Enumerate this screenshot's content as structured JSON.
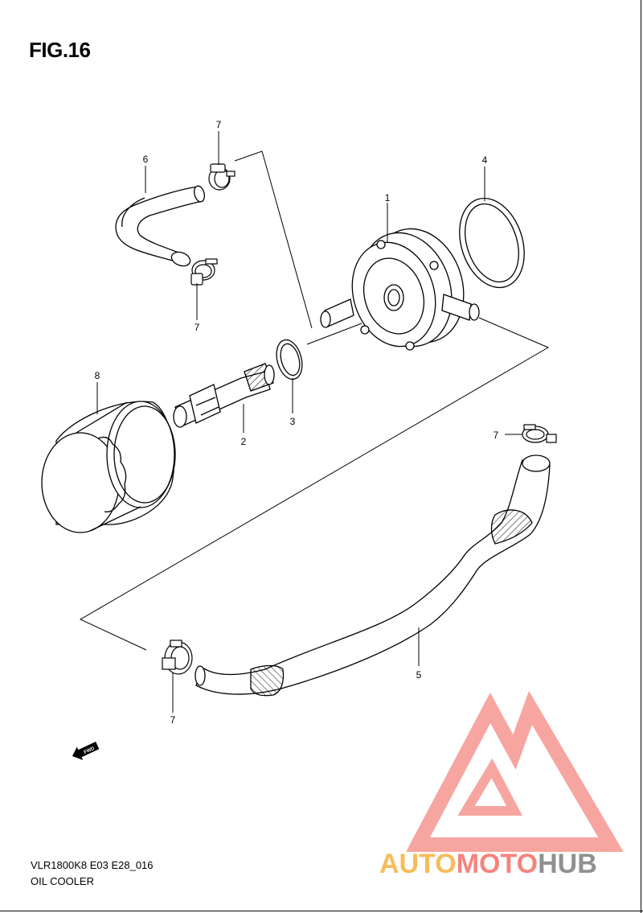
{
  "figure": {
    "title": "FIG.16",
    "code": "VLR1800K8 E03 E28_016",
    "name": "OIL COOLER"
  },
  "callouts": [
    "1",
    "2",
    "3",
    "4",
    "5",
    "6",
    "7",
    "7",
    "7",
    "7",
    "8"
  ],
  "fwd_label": "FWD",
  "watermark": {
    "text_part1": "AUTO",
    "text_part2": "MOTO",
    "text_part3": "HUB",
    "colors": {
      "logo": "#f25c54",
      "text_part1": "#f5a623",
      "text_part2": "#f25c54",
      "text_part3": "#6b6b6b"
    }
  }
}
